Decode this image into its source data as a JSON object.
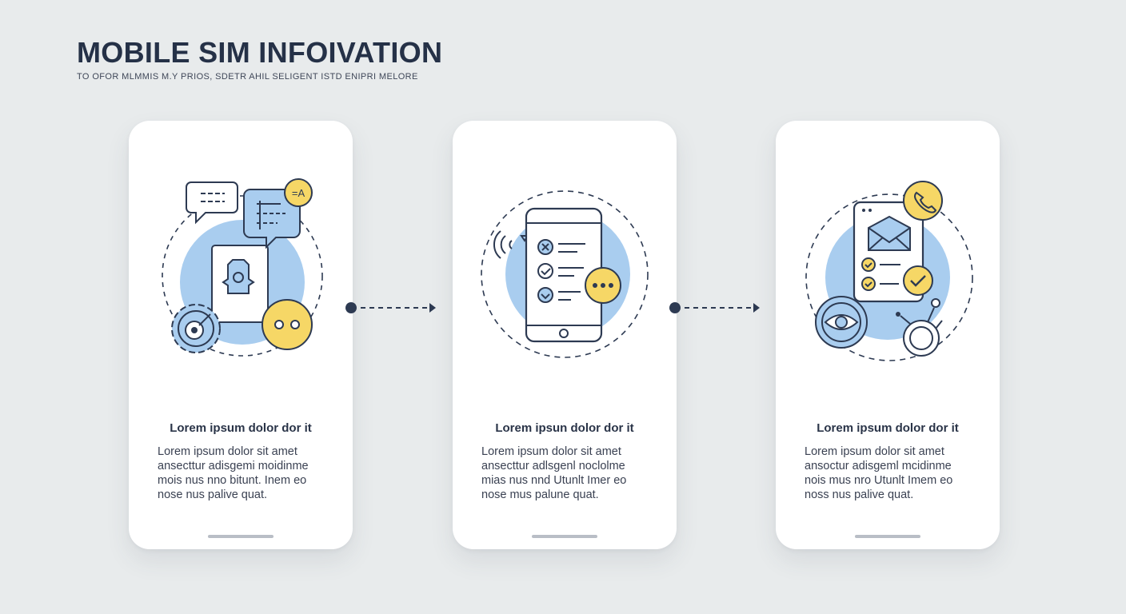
{
  "header": {
    "title": "MOBILE SIM INFOIVATION",
    "subtitle": "TO OFOR MLMMIS M.Y PRIOS, SDETR AHIL SELIGENT ISTD ENIPRI MELORE"
  },
  "colors": {
    "accent_blue": "#a9cdef",
    "accent_yellow": "#f6d766",
    "ink": "#2d3a52"
  },
  "cards": [
    {
      "heading": "Lorem ipsum dolor dor it",
      "body": [
        "Lorem ipsum dolor sit amet",
        "ansecttur adisgemi moidinme",
        "mois nus nno bitunt. Inem eo",
        "nose nus palive quat."
      ],
      "icons": [
        "chat-bubble-icon",
        "text-chat-icon",
        "translate-icon",
        "document-gear-icon",
        "gear-icon",
        "more-dots-icon"
      ]
    },
    {
      "heading": "Lorem ipsun dolor dor it",
      "body": [
        "Lorem ipsum dolor sit amet",
        "ansecttur adlsgenl noclolme",
        "mias nus nnd Utunlt Imer eo",
        "nose mus palune quat."
      ],
      "icons": [
        "sound-wave-icon",
        "smartphone-icon",
        "checklist-icon",
        "more-dots-icon"
      ]
    },
    {
      "heading": "Lorem ipsum dolor dor it",
      "body": [
        "Lorem ipsum dolor sit amet",
        "ansoctur adisgeml mcidinme",
        "nois mus nro Utunlt Imem eo",
        "noss nus palive quat."
      ],
      "icons": [
        "phone-call-icon",
        "envelope-icon",
        "checklist-icon",
        "checkmark-badge-icon",
        "eye-icon",
        "sim-chip-icon"
      ]
    }
  ]
}
